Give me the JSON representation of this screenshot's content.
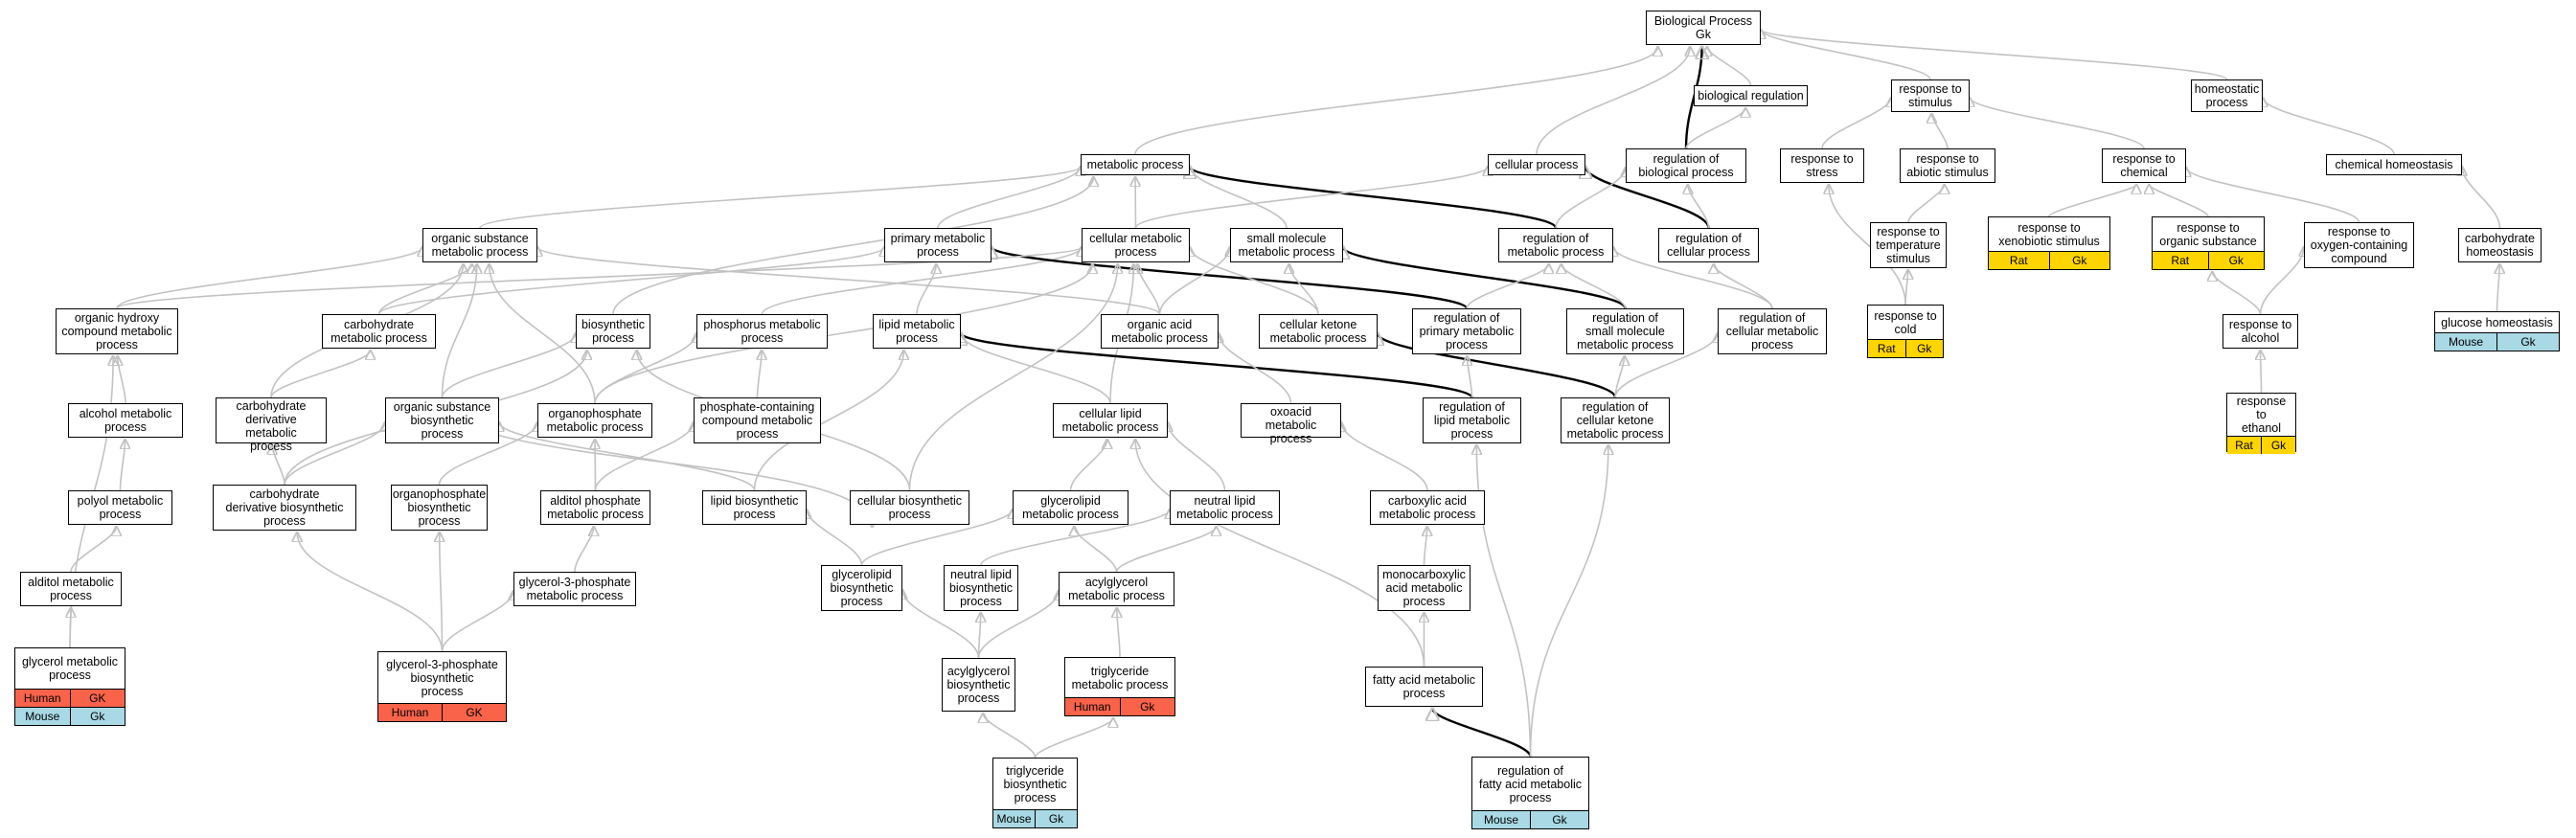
{
  "colors": {
    "human": "#f9634a",
    "mouse": "#a8d9e4",
    "rat": "#ffd500",
    "edge": "#c2c2c2",
    "edge_highlight": "#000000"
  },
  "nodes": [
    {
      "id": "bp",
      "label": "Biological Process\nGk"
    },
    {
      "id": "breg",
      "label": "biological regulation"
    },
    {
      "id": "rstim",
      "label": "response to\nstimulus"
    },
    {
      "id": "homeo",
      "label": "homeostatic\nprocess"
    },
    {
      "id": "met",
      "label": "metabolic process"
    },
    {
      "id": "cell",
      "label": "cellular process"
    },
    {
      "id": "regbio",
      "label": "regulation of\nbiological process"
    },
    {
      "id": "rstress",
      "label": "response to\nstress"
    },
    {
      "id": "rabio",
      "label": "response to\nabiotic stimulus"
    },
    {
      "id": "rchem",
      "label": "response to\nchemical"
    },
    {
      "id": "chemh",
      "label": "chemical homeostasis"
    },
    {
      "id": "osm",
      "label": "organic substance\nmetabolic process"
    },
    {
      "id": "pmp",
      "label": "primary metabolic\nprocess"
    },
    {
      "id": "cmp",
      "label": "cellular metabolic\nprocess"
    },
    {
      "id": "smmp",
      "label": "small molecule\nmetabolic process"
    },
    {
      "id": "regmet",
      "label": "regulation of\nmetabolic process"
    },
    {
      "id": "regcell",
      "label": "regulation of\ncellular process"
    },
    {
      "id": "rtemp",
      "label": "response to\ntemperature\nstimulus"
    },
    {
      "id": "rxeno",
      "label": "response to\nxenobiotic stimulus",
      "tags": [
        {
          "text": "Rat",
          "kind": "rat"
        },
        {
          "text": "Gk",
          "kind": "rat"
        }
      ]
    },
    {
      "id": "rorg",
      "label": "response to\norganic substance",
      "tags": [
        {
          "text": "Rat",
          "kind": "rat"
        },
        {
          "text": "Gk",
          "kind": "rat"
        }
      ]
    },
    {
      "id": "roxy",
      "label": "response to\noxygen-containing\ncompound"
    },
    {
      "id": "carbh",
      "label": "carbohydrate\nhomeostasis"
    },
    {
      "id": "ohc",
      "label": "organic hydroxy\ncompound metabolic\nprocess"
    },
    {
      "id": "carb",
      "label": "carbohydrate\nmetabolic process"
    },
    {
      "id": "bios",
      "label": "biosynthetic\nprocess"
    },
    {
      "id": "phos",
      "label": "phosphorus metabolic\nprocess"
    },
    {
      "id": "lipid",
      "label": "lipid metabolic\nprocess"
    },
    {
      "id": "oacid",
      "label": "organic acid\nmetabolic process"
    },
    {
      "id": "ketone",
      "label": "cellular ketone\nmetabolic process"
    },
    {
      "id": "regpmp",
      "label": "regulation of\nprimary metabolic\nprocess"
    },
    {
      "id": "regsmm",
      "label": "regulation of\nsmall molecule\nmetabolic process"
    },
    {
      "id": "regcmp",
      "label": "regulation of\ncellular metabolic\nprocess"
    },
    {
      "id": "rcold",
      "label": "response to\ncold",
      "tags": [
        {
          "text": "Rat",
          "kind": "rat"
        },
        {
          "text": "Gk",
          "kind": "rat"
        }
      ]
    },
    {
      "id": "ralc",
      "label": "response to\nalcohol"
    },
    {
      "id": "gluh",
      "label": "glucose homeostasis",
      "tags": [
        {
          "text": "Mouse",
          "kind": "mouse"
        },
        {
          "text": "Gk",
          "kind": "mouse"
        }
      ]
    },
    {
      "id": "alc",
      "label": "alcohol metabolic\nprocess"
    },
    {
      "id": "cdmp",
      "label": "carbohydrate\nderivative metabolic\nprocess"
    },
    {
      "id": "osb",
      "label": "organic substance\nbiosynthetic\nprocess"
    },
    {
      "id": "opm",
      "label": "organophosphate\nmetabolic process"
    },
    {
      "id": "pccm",
      "label": "phosphate-containing\ncompound metabolic\nprocess"
    },
    {
      "id": "clmp",
      "label": "cellular lipid\nmetabolic process"
    },
    {
      "id": "oxo",
      "label": "oxoacid metabolic\nprocess"
    },
    {
      "id": "reglipid",
      "label": "regulation of\nlipid metabolic\nprocess"
    },
    {
      "id": "regket",
      "label": "regulation of\ncellular ketone\nmetabolic process"
    },
    {
      "id": "reth",
      "label": "response to\nethanol",
      "tags": [
        {
          "text": "Rat",
          "kind": "rat"
        },
        {
          "text": "Gk",
          "kind": "rat"
        }
      ]
    },
    {
      "id": "polyol",
      "label": "polyol metabolic\nprocess"
    },
    {
      "id": "cdbp",
      "label": "carbohydrate\nderivative biosynthetic\nprocess"
    },
    {
      "id": "opb",
      "label": "organophosphate\nbiosynthetic\nprocess"
    },
    {
      "id": "aldp",
      "label": "alditol phosphate\nmetabolic process"
    },
    {
      "id": "lbp",
      "label": "lipid biosynthetic\nprocess"
    },
    {
      "id": "cbp",
      "label": "cellular biosynthetic\nprocess"
    },
    {
      "id": "glmp",
      "label": "glycerolipid\nmetabolic process"
    },
    {
      "id": "nlmp",
      "label": "neutral lipid\nmetabolic process"
    },
    {
      "id": "carbox",
      "label": "carboxylic acid\nmetabolic process"
    },
    {
      "id": "aldmp",
      "label": "alditol metabolic\nprocess"
    },
    {
      "id": "g3pm",
      "label": "glycerol-3-phosphate\nmetabolic process"
    },
    {
      "id": "glbp",
      "label": "glycerolipid\nbiosynthetic\nprocess"
    },
    {
      "id": "nlbp",
      "label": "neutral lipid\nbiosynthetic\nprocess"
    },
    {
      "id": "agmp",
      "label": "acylglycerol\nmetabolic process"
    },
    {
      "id": "mono",
      "label": "monocarboxylic\nacid metabolic\nprocess"
    },
    {
      "id": "glymp",
      "label": "glycerol metabolic\nprocess",
      "tags": [
        {
          "text": "Human",
          "kind": "human"
        },
        {
          "text": "GK",
          "kind": "human"
        }
      ],
      "tags2": [
        {
          "text": "Mouse",
          "kind": "mouse"
        },
        {
          "text": "Gk",
          "kind": "mouse"
        }
      ]
    },
    {
      "id": "g3pb",
      "label": "glycerol-3-phosphate\nbiosynthetic\nprocess",
      "tags": [
        {
          "text": "Human",
          "kind": "human"
        },
        {
          "text": "GK",
          "kind": "human"
        }
      ]
    },
    {
      "id": "agbp",
      "label": "acylglycerol\nbiosynthetic\nprocess"
    },
    {
      "id": "tgm",
      "label": "triglyceride\nmetabolic process",
      "tags": [
        {
          "text": "Human",
          "kind": "human"
        },
        {
          "text": "Gk",
          "kind": "human"
        }
      ]
    },
    {
      "id": "fam",
      "label": "fatty acid metabolic\nprocess"
    },
    {
      "id": "tgb",
      "label": "triglyceride\nbiosynthetic\nprocess",
      "tags": [
        {
          "text": "Mouse",
          "kind": "mouse"
        },
        {
          "text": "Gk",
          "kind": "mouse"
        }
      ]
    },
    {
      "id": "regfa",
      "label": "regulation of\nfatty acid metabolic\nprocess",
      "tags": [
        {
          "text": "Mouse",
          "kind": "mouse"
        },
        {
          "text": "Gk",
          "kind": "mouse"
        }
      ]
    }
  ],
  "edges": [
    [
      "breg",
      "bp",
      0
    ],
    [
      "rstim",
      "bp",
      0
    ],
    [
      "homeo",
      "bp",
      0
    ],
    [
      "met",
      "bp",
      0
    ],
    [
      "cell",
      "bp",
      0
    ],
    [
      "regbio",
      "bp",
      1
    ],
    [
      "regbio",
      "breg",
      0
    ],
    [
      "rstress",
      "rstim",
      0
    ],
    [
      "rabio",
      "rstim",
      0
    ],
    [
      "rchem",
      "rstim",
      0
    ],
    [
      "chemh",
      "homeo",
      0
    ],
    [
      "osm",
      "met",
      0
    ],
    [
      "pmp",
      "met",
      0
    ],
    [
      "cmp",
      "met",
      0
    ],
    [
      "smmp",
      "met",
      0
    ],
    [
      "regmet",
      "met",
      1
    ],
    [
      "bios",
      "met",
      0
    ],
    [
      "cmp",
      "cell",
      0
    ],
    [
      "regcell",
      "cell",
      1
    ],
    [
      "regmet",
      "regbio",
      0
    ],
    [
      "regcell",
      "regbio",
      0
    ],
    [
      "rtemp",
      "rabio",
      0
    ],
    [
      "rxeno",
      "rchem",
      0
    ],
    [
      "rorg",
      "rchem",
      0
    ],
    [
      "roxy",
      "rchem",
      0
    ],
    [
      "carbh",
      "chemh",
      0
    ],
    [
      "ohc",
      "osm",
      0
    ],
    [
      "carb",
      "osm",
      0
    ],
    [
      "osb",
      "osm",
      0
    ],
    [
      "opm",
      "osm",
      0
    ],
    [
      "oacid",
      "osm",
      0
    ],
    [
      "phos",
      "cmp",
      0
    ],
    [
      "lipid",
      "pmp",
      0
    ],
    [
      "regpmp",
      "pmp",
      1
    ],
    [
      "carb",
      "pmp",
      0
    ],
    [
      "oacid",
      "cmp",
      0
    ],
    [
      "ketone",
      "cmp",
      0
    ],
    [
      "clmp",
      "cmp",
      0
    ],
    [
      "oacid",
      "smmp",
      0
    ],
    [
      "ketone",
      "smmp",
      0
    ],
    [
      "regsmm",
      "smmp",
      1
    ],
    [
      "regpmp",
      "regmet",
      0
    ],
    [
      "regsmm",
      "regmet",
      0
    ],
    [
      "regcmp",
      "regmet",
      0
    ],
    [
      "regcmp",
      "regcell",
      0
    ],
    [
      "rcold",
      "rtemp",
      0
    ],
    [
      "rcold",
      "rstress",
      0
    ],
    [
      "ralc",
      "roxy",
      0
    ],
    [
      "ralc",
      "rorg",
      0
    ],
    [
      "gluh",
      "carbh",
      0
    ],
    [
      "alc",
      "ohc",
      0
    ],
    [
      "cdmp",
      "carb",
      0
    ],
    [
      "osb",
      "bios",
      0
    ],
    [
      "opm",
      "phos",
      0
    ],
    [
      "pccm",
      "phos",
      0
    ],
    [
      "clmp",
      "lipid",
      0
    ],
    [
      "reglipid",
      "lipid",
      1
    ],
    [
      "oxo",
      "oacid",
      0
    ],
    [
      "regket",
      "ketone",
      1
    ],
    [
      "reglipid",
      "regpmp",
      0
    ],
    [
      "regket",
      "regcmp",
      0
    ],
    [
      "reth",
      "ralc",
      0
    ],
    [
      "polyol",
      "alc",
      0
    ],
    [
      "cdbp",
      "cdmp",
      0
    ],
    [
      "opb",
      "opm",
      0
    ],
    [
      "aldp",
      "pccm",
      0
    ],
    [
      "aldp",
      "opm",
      0
    ],
    [
      "lbp",
      "lipid",
      0
    ],
    [
      "cbp",
      "bios",
      0
    ],
    [
      "glmp",
      "clmp",
      0
    ],
    [
      "nlmp",
      "clmp",
      0
    ],
    [
      "carbox",
      "oxo",
      0
    ],
    [
      "aldmp",
      "polyol",
      0
    ],
    [
      "g3pm",
      "aldp",
      0
    ],
    [
      "glbp",
      "lbp",
      0
    ],
    [
      "glbp",
      "glmp",
      0
    ],
    [
      "nlbp",
      "nlmp",
      0
    ],
    [
      "agmp",
      "glmp",
      0
    ],
    [
      "agmp",
      "nlmp",
      0
    ],
    [
      "mono",
      "carbox",
      0
    ],
    [
      "glymp",
      "aldmp",
      0
    ],
    [
      "g3pb",
      "cdbp",
      0
    ],
    [
      "g3pb",
      "opb",
      0
    ],
    [
      "g3pb",
      "g3pm",
      0
    ],
    [
      "agbp",
      "glbp",
      0
    ],
    [
      "agbp",
      "nlbp",
      0
    ],
    [
      "agbp",
      "agmp",
      0
    ],
    [
      "tgm",
      "agmp",
      0
    ],
    [
      "fam",
      "mono",
      0
    ],
    [
      "fam",
      "clmp",
      0
    ],
    [
      "tgb",
      "agbp",
      0
    ],
    [
      "tgb",
      "tgm",
      0
    ],
    [
      "regfa",
      "fam",
      1
    ],
    [
      "regfa",
      "reglipid",
      0
    ],
    [
      "regfa",
      "regket",
      0
    ],
    [
      "cbp",
      "cmp",
      0
    ],
    [
      "opm",
      "cmp",
      0
    ],
    [
      "cdmp",
      "osm",
      0
    ],
    [
      "osb",
      "cbp",
      0
    ],
    [
      "glymp",
      "ohc",
      0
    ],
    [
      "lbp",
      "osb",
      0
    ],
    [
      "regket",
      "regsmm",
      0
    ],
    [
      "cdbp",
      "osb",
      0
    ],
    [
      "cdbp",
      "bios",
      0
    ],
    [
      "ohc",
      "cmp",
      0
    ]
  ]
}
